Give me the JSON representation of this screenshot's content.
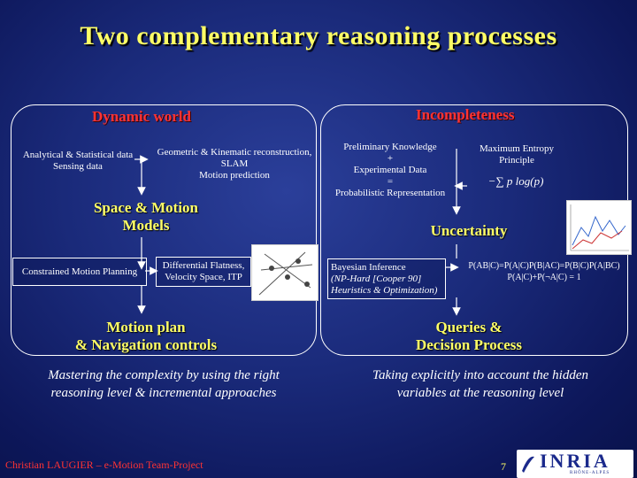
{
  "title": "Two complementary reasoning processes",
  "left": {
    "heading": "Dynamic world",
    "source_label": [
      "Analytical & Statistical data",
      "Sensing data"
    ],
    "reconstruction": [
      "Geometric & Kinematic reconstruction,",
      "SLAM",
      "Motion prediction"
    ],
    "models": [
      "Space & Motion",
      "Models"
    ],
    "planning_label": "Constrained Motion Planning",
    "planning_methods": [
      "Differential Flatness,",
      "Velocity Space, ITP"
    ],
    "output": [
      "Motion plan",
      "& Navigation controls"
    ],
    "summary": [
      "Mastering the complexity by using the right",
      "reasoning level & incremental approaches"
    ]
  },
  "right": {
    "heading": "Incompleteness",
    "knowledge": [
      "Preliminary Knowledge",
      "+",
      "Experimental Data",
      "=",
      "Probabilistic Representation"
    ],
    "entropy": [
      "Maximum Entropy",
      "Principle"
    ],
    "entropy_formula": "−∑ p log(p)",
    "uncertainty": "Uncertainty",
    "inference": [
      "Bayesian Inference",
      "(NP-Hard [Cooper 90]",
      "Heuristics & Optimization)"
    ],
    "formula": [
      "P(AB|C)=P(A|C)P(B|AC)=P(B|C)P(A|BC)",
      "P(A|C)+P(¬A|C) = 1"
    ],
    "output": [
      "Queries &",
      "Decision Process"
    ],
    "summary": [
      "Taking explicitly into account the hidden",
      "variables at the reasoning level"
    ]
  },
  "footer": {
    "author": "Christian LAUGIER – e-Motion Team-Project",
    "page": "7",
    "logo": "INRIA",
    "logo_sub": "RHÔNE-ALPES"
  }
}
